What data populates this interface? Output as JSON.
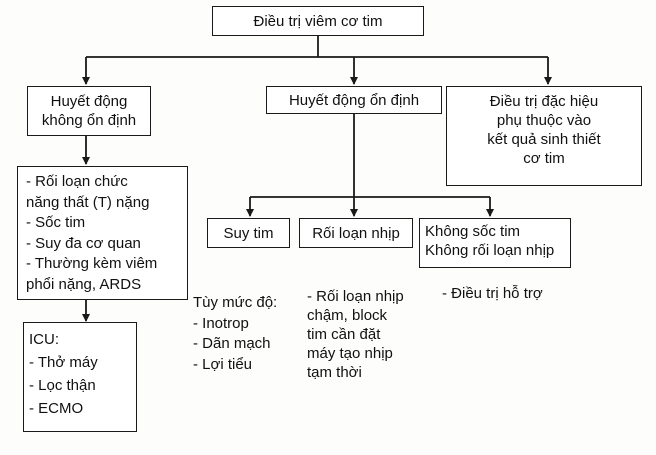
{
  "diagram": {
    "root": "Điều trị viêm cơ tim",
    "unstable": [
      "Huyết động",
      "không ổn định"
    ],
    "stable": "Huyết động ổn định",
    "specific": [
      "Điều trị đặc hiệu",
      "phụ thuộc vào",
      "kết quả sinh thiết",
      "cơ tim"
    ],
    "unstable_details": [
      "- Rối loạn chức",
      "năng thất (T) nặng",
      "- Sốc tim",
      "- Suy đa cơ quan",
      "- Thường kèm viêm",
      "phổi nặng, ARDS"
    ],
    "icu": [
      "ICU:",
      "- Thở máy",
      "- Lọc thận",
      "- ECMO"
    ],
    "heart_failure": "Suy tim",
    "arrhythmia": "Rối loạn nhịp",
    "no_shock": [
      "Không sốc tim",
      "Không rối loạn nhịp"
    ],
    "heart_failure_treatment": [
      "Tùy mức độ:",
      "- Inotrop",
      "- Dãn mạch",
      "- Lợi tiểu"
    ],
    "arrhythmia_treatment": [
      "- Rối loạn nhịp",
      "chậm, block",
      "tim cần đặt",
      "máy tạo nhịp",
      "tạm thời"
    ],
    "supportive": "- Điều trị hỗ trợ"
  }
}
